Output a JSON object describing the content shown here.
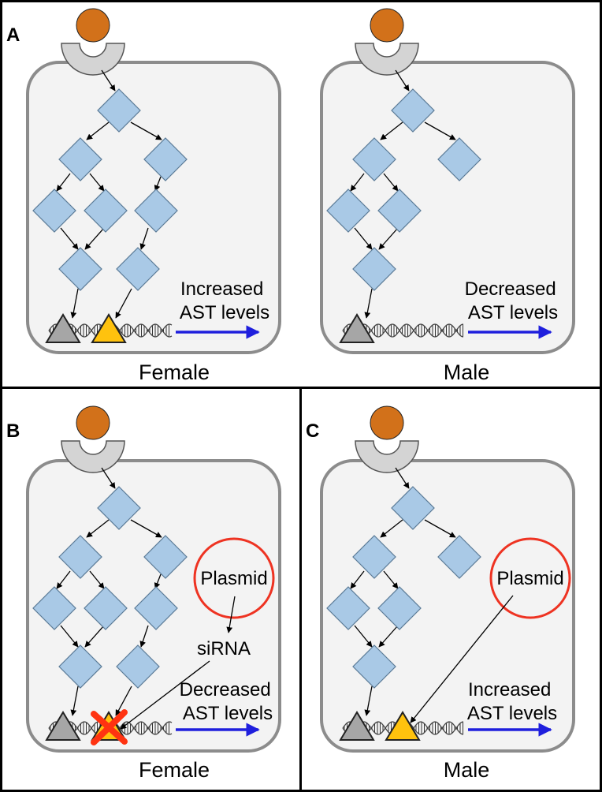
{
  "panels": [
    {
      "letter": "A",
      "sex": "Female",
      "plasmid": null,
      "sirna": null,
      "outcome": [
        "Increased",
        "AST levels"
      ]
    },
    {
      "letter": "",
      "sex": "Male",
      "plasmid": null,
      "sirna": null,
      "outcome": [
        "Decreased",
        "AST levels"
      ]
    },
    {
      "letter": "B",
      "sex": "Female",
      "plasmid": "Plasmid",
      "sirna": "siRNA",
      "outcome": [
        "Decreased",
        "AST levels"
      ]
    },
    {
      "letter": "C",
      "sex": "Male",
      "plasmid": "Plasmid",
      "sirna": null,
      "outcome": [
        "Increased",
        "AST levels"
      ]
    }
  ],
  "colors": {
    "ligand": "#d2711a",
    "node": "#a9c9e6",
    "gene_gray": "#a6a6a6",
    "gene_yellow": "#ffc20e",
    "arrow_blue": "#1f1fdd",
    "plasmid_ring": "#ee3322",
    "knockdown_x": "#ff3311"
  }
}
